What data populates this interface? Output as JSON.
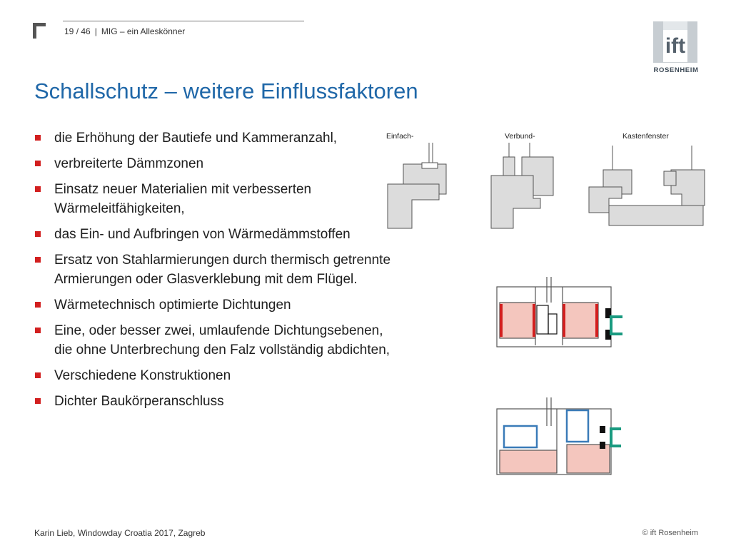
{
  "header": {
    "page_current": "19",
    "page_total": "46",
    "section": "MIG – ein Alleskönner"
  },
  "logo": {
    "wordmark": "ift",
    "name": "ROSENHEIM"
  },
  "title": "Schallschutz – weitere Einflussfaktoren",
  "bullets": [
    "die Erhöhung der Bautiefe und Kammeranzahl,",
    "verbreiterte Dämmzonen",
    "Einsatz neuer Materialien mit verbesserten Wärmeleitfähigkeiten,",
    "das Ein- und Aufbringen von Wärmedämmstoffen",
    "Ersatz von Stahlarmierungen durch thermisch getrennte Armierungen oder Glasverklebung mit dem Flügel.",
    "Wärmetechnisch optimierte Dichtungen",
    "Eine, oder besser zwei, umlaufende Dichtungsebenen, die ohne Unterbrechung den Falz vollständig abdichten,",
    "Verschiedene Konstruktionen",
    "Dichter Baukörperanschluss"
  ],
  "figures": {
    "window_types": [
      "Einfach-",
      "Verbund-",
      "Kastenfenster"
    ]
  },
  "colors": {
    "title": "#1f67a8",
    "bullet_marker": "#d21f1f",
    "profile_fill": "#dcdcdc",
    "insulation_fill": "#f4c6be",
    "seal_green": "#1a9a80"
  },
  "footer": {
    "left": "Karin Lieb, Windowday Croatia 2017, Zagreb",
    "right": "© ift Rosenheim"
  }
}
